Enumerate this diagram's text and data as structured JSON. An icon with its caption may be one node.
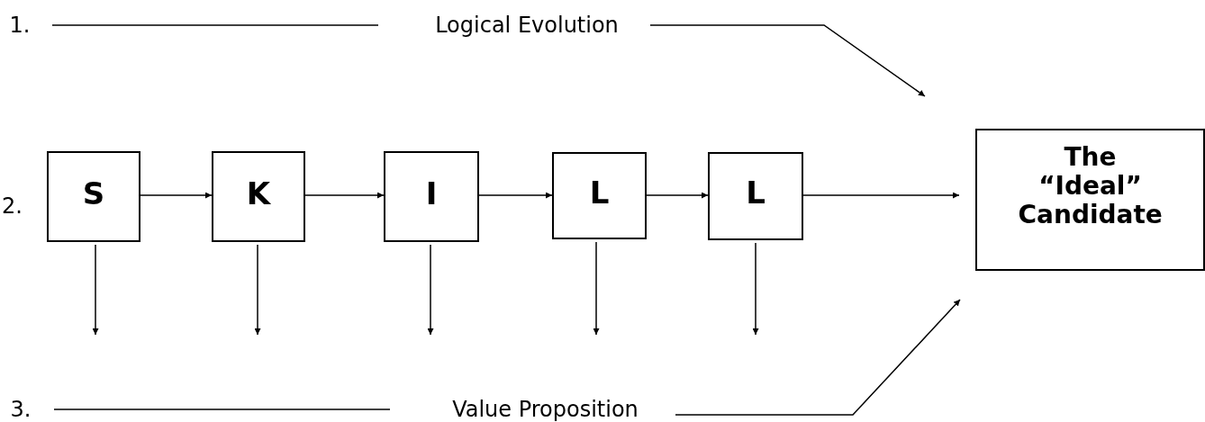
{
  "diagram": {
    "nodes": [
      {
        "text": [
          "1."
        ]
      },
      {
        "text": [
          "Logical Evolution"
        ]
      },
      {
        "text": [
          "S"
        ]
      },
      {
        "text": [
          "K"
        ]
      },
      {
        "text": [
          "I"
        ]
      },
      {
        "text": [
          "L"
        ]
      },
      {
        "text": [
          "L"
        ]
      },
      {
        "text": [
          "The “Ideal” Candidate"
        ]
      },
      {
        "text": [
          "3."
        ]
      },
      {
        "text": [
          "Value Proposition"
        ]
      }
    ],
    "edges": [
      {
        "from": 0,
        "to": 1,
        "arrow": "none"
      },
      {
        "from": 1,
        "to": 7,
        "arrow": "to"
      },
      {
        "from": 2,
        "to": 3,
        "arrow": "to"
      },
      {
        "from": 3,
        "to": 4,
        "arrow": "to"
      },
      {
        "from": 4,
        "to": 5,
        "arrow": "to"
      },
      {
        "from": 5,
        "to": 6,
        "arrow": "to"
      },
      {
        "from": 6,
        "to": 7,
        "arrow": "to"
      },
      {
        "from": 2,
        "to": null,
        "arrow": "to"
      },
      {
        "from": 3,
        "to": null,
        "arrow": "to"
      },
      {
        "from": 4,
        "to": null,
        "arrow": "to"
      },
      {
        "from": 5,
        "to": null,
        "arrow": "to"
      },
      {
        "from": 6,
        "to": null,
        "arrow": "to"
      },
      {
        "from": 8,
        "to": 9,
        "arrow": "none"
      },
      {
        "from": 9,
        "to": 7,
        "arrow": "to"
      }
    ],
    "labels": [
      "2."
    ]
  }
}
